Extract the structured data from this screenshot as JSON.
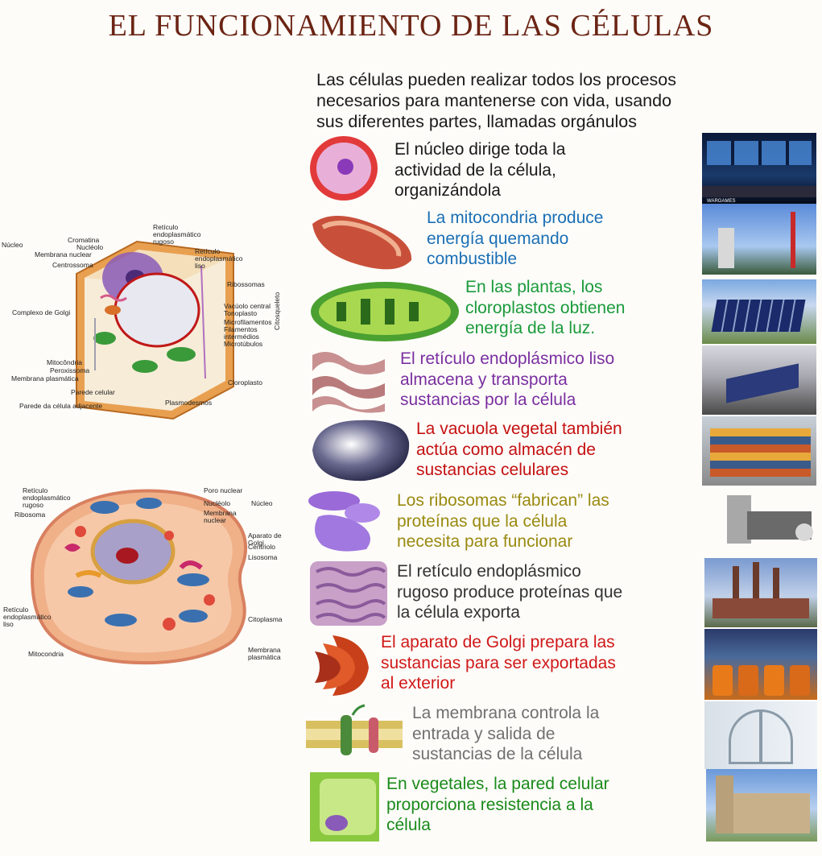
{
  "title": "EL FUNCIONAMIENTO DE LAS CÉLULAS",
  "intro": "Las células pueden realizar todos los procesos\nnecesarios para mantenerse con vida, usando\nsus diferentes partes, llamadas orgánulos",
  "rows": [
    {
      "text": "El núcleo dirige toda la\nactividad de la célula,\norganizándola",
      "color": "#1a1a1a",
      "organelle": "nucleus",
      "analogy": "control-room",
      "photo_caption": "WARGAMES"
    },
    {
      "text": "La mitocondria produce\nenergía quemando\ncombustible",
      "color": "#1a6fb5",
      "organelle": "mitochondria",
      "analogy": "power-plant"
    },
    {
      "text": "En las plantas, los\ncloroplastos obtienen\nenergía de la luz.",
      "color": "#1a9a3a",
      "organelle": "chloroplast",
      "analogy": "solar-panels"
    },
    {
      "text": "El retículo endoplásmico liso\nalmacena y transporta\nsustancias por la célula",
      "color": "#7a2fa0",
      "organelle": "smooth-er",
      "analogy": "train"
    },
    {
      "text": "La vacuola vegetal también\nactúa como almacén de\nsustancias celulares",
      "color": "#c41010",
      "organelle": "vacuole",
      "analogy": "containers"
    },
    {
      "text": "Los ribosomas “fabrican” las\nproteínas que la célula\nnecesita para funcionar",
      "color": "#9a8a10",
      "organelle": "ribosomes",
      "analogy": "machine"
    },
    {
      "text": "El retículo endoplásmico\nrugoso produce proteínas que\nla célula exporta",
      "color": "#333333",
      "organelle": "rough-er",
      "analogy": "factory"
    },
    {
      "text": "El aparato de Golgi prepara las\nsustancias para ser exportadas\nal exterior",
      "color": "#d01818",
      "organelle": "golgi",
      "analogy": "jars"
    },
    {
      "text": "La membrana controla la\nentrada y salida de\nsustancias de la célula",
      "color": "#707070",
      "organelle": "membrane",
      "analogy": "revolving-door"
    },
    {
      "text": "En vegetales, la pared celular\nproporciona resistencia a la\ncélula",
      "color": "#1a8a1a",
      "organelle": "cell-wall",
      "analogy": "church"
    }
  ],
  "plant_cell_labels": {
    "nucleo": "Núcleo",
    "cromatina": "Cromatina",
    "nucleolo": "Nucléolo",
    "membrana_nuclear": "Membrana nuclear",
    "centrossoma": "Centrossoma",
    "reticulo_rugoso": "Retículo\nendoplasmático\nrugoso",
    "reticulo_liso": "Retículo\nendoplasmático\nliso",
    "ribossomas": "Ribossomas",
    "vacuolo": "Vacúolo central\nTonoplasto",
    "microfilamentos": "Microfilamentos\nFilamentos\nintermédios\nMicrotúbulos",
    "citosqueleto": "Citosqueleto",
    "golgi": "Complexo de Golgi",
    "mitocondria": "Mitocôndria",
    "peroxissoma": "Peroxissoma",
    "membrana_plasmatica": "Membrana plasmática",
    "parede_celular": "Parede celular",
    "parede_adjacente": "Parede da célula adjacente",
    "cloroplasto": "Cloroplasto",
    "plasmodesmos": "Plasmodesmos"
  },
  "animal_cell_labels": {
    "reticulo_rugoso": "Retículo\nendoplasmático\nrugoso",
    "ribosoma": "Ribosoma",
    "poro_nuclear": "Poro nuclear",
    "nucleolo": "Nucléolo",
    "membrana_nuclear": "Membrana\nnuclear",
    "nucleo": "Núcleo",
    "golgi": "Aparato de Golgi",
    "centriolo": "Centriolo",
    "lisosoma": "Lisosoma",
    "reticulo_liso": "Retículo\nendoplasmático\nliso",
    "citoplasma": "Citoplasma",
    "mitocondria": "Mitocondria",
    "membrana_plasmatica": "Membrana\nplasmática"
  }
}
